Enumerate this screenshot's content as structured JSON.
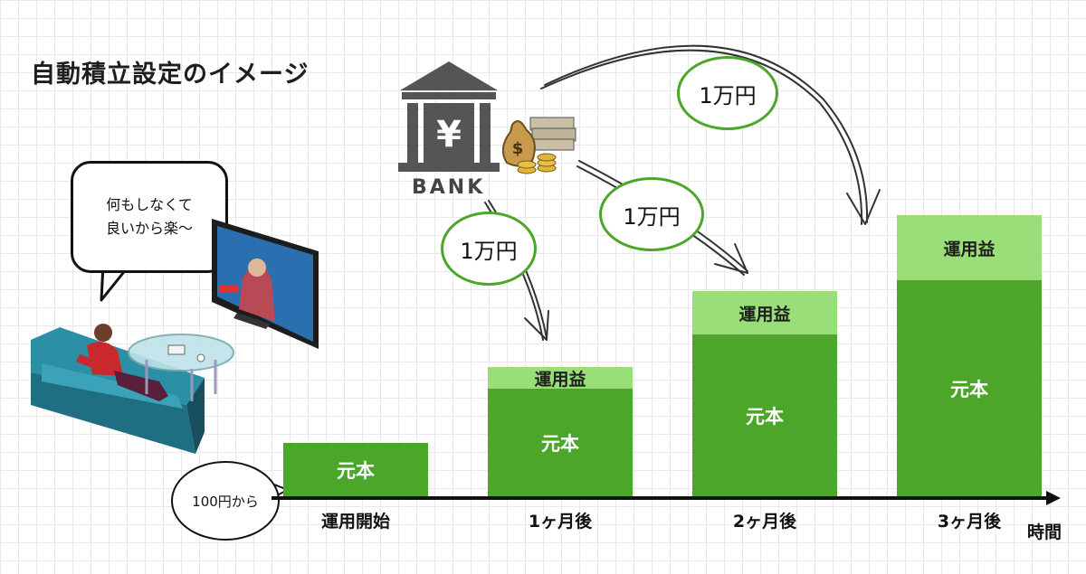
{
  "title": "自動積立設定のイメージ",
  "speech_bubble": {
    "line1": "何もしなくて",
    "line2": "良いから楽〜"
  },
  "start_note": "100円から",
  "bank": {
    "label": "BANK",
    "symbol": "¥"
  },
  "money_bag_symbol": "$",
  "deposit_labels": [
    "1万円",
    "1万円",
    "1万円"
  ],
  "chart_data": {
    "type": "bar",
    "categories": [
      "運用開始",
      "1ヶ月後",
      "2ヶ月後",
      "3ヶ月後"
    ],
    "series": [
      {
        "name": "元本",
        "values": [
          1,
          2,
          3,
          4
        ]
      },
      {
        "name": "運用益",
        "values": [
          0,
          0.25,
          0.5,
          0.75
        ]
      }
    ],
    "xlabel": "時間",
    "colors": {
      "元本": "#4ca62a",
      "運用益": "#99de78"
    }
  },
  "colors": {
    "accent": "#4ca62a",
    "accent_light": "#99de78",
    "sofa": "#2b8fa5",
    "text": "#1e1e1e"
  }
}
